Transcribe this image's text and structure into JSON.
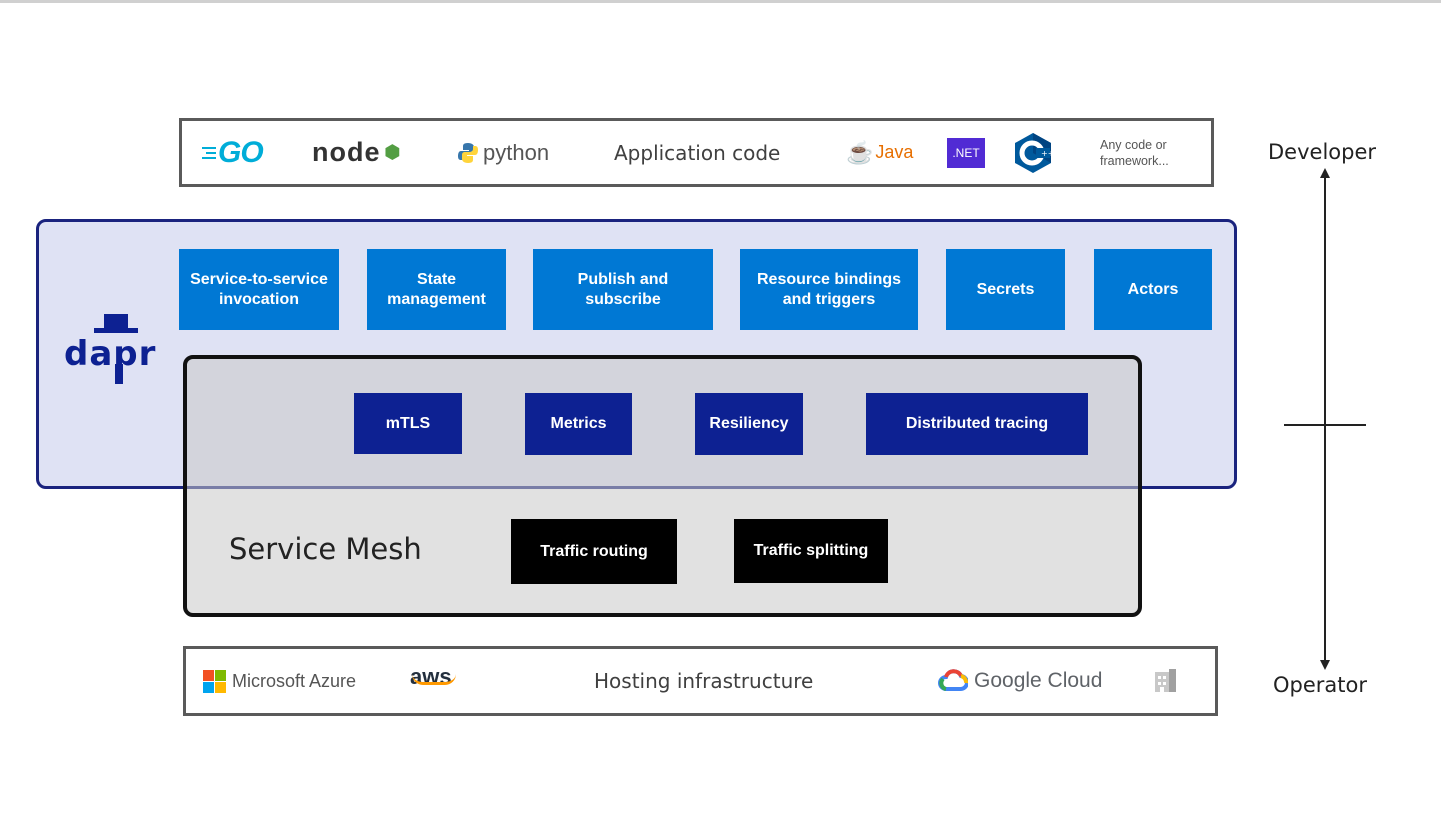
{
  "app_layer": {
    "logos": {
      "go": "GO",
      "node": "node",
      "python": "python",
      "java": "Java",
      "dotnet": ".NET"
    },
    "label": "Application code",
    "any_code": "Any code or framework..."
  },
  "dapr": {
    "logo_text": "dapr",
    "building_blocks": [
      "Service-to-service invocation",
      "State management",
      "Publish and subscribe",
      "Resource bindings and triggers",
      "Secrets",
      "Actors"
    ],
    "shared_features": [
      "mTLS",
      "Metrics",
      "Resiliency",
      "Distributed tracing"
    ]
  },
  "service_mesh": {
    "label": "Service Mesh",
    "features": [
      "Traffic routing",
      "Traffic splitting"
    ]
  },
  "hosting_layer": {
    "azure": "Microsoft Azure",
    "aws": "aws",
    "label": "Hosting infrastructure",
    "google": "Google Cloud"
  },
  "axis": {
    "top": "Developer",
    "bottom": "Operator"
  },
  "colors": {
    "building_block": "#0078d4",
    "shared_feature": "#0d2192",
    "mesh_feature": "#000000",
    "dapr_frame_border": "#1a237e",
    "dapr_frame_fill": "#dfe2f4"
  }
}
